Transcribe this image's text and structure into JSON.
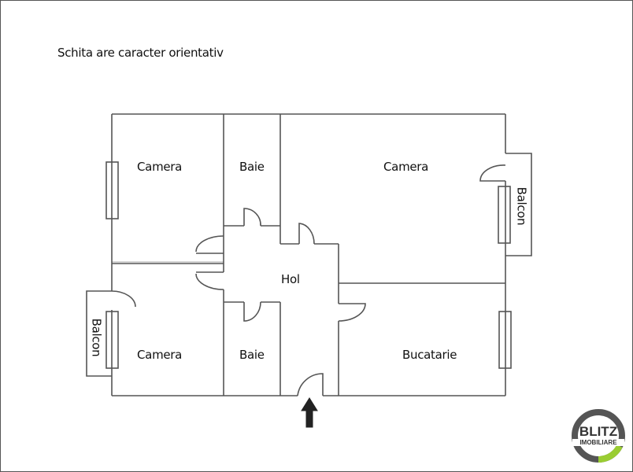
{
  "note": "Schita are caracter orientativ",
  "rooms": {
    "camera_top_left": "Camera",
    "baie_top": "Baie",
    "camera_top_right": "Camera",
    "balcon_right": "Balcon",
    "hol": "Hol",
    "balcon_left": "Balcon",
    "camera_bottom_left": "Camera",
    "baie_bottom": "Baie",
    "bucatarie": "Bucatarie"
  },
  "logo": {
    "brand": "BLITZ",
    "sub": "IMOBILIARE",
    "ring_color": "#555555",
    "accent_color": "#9acd32"
  },
  "colors": {
    "wall": "#555555",
    "text": "#111111",
    "arrow": "#222222"
  }
}
